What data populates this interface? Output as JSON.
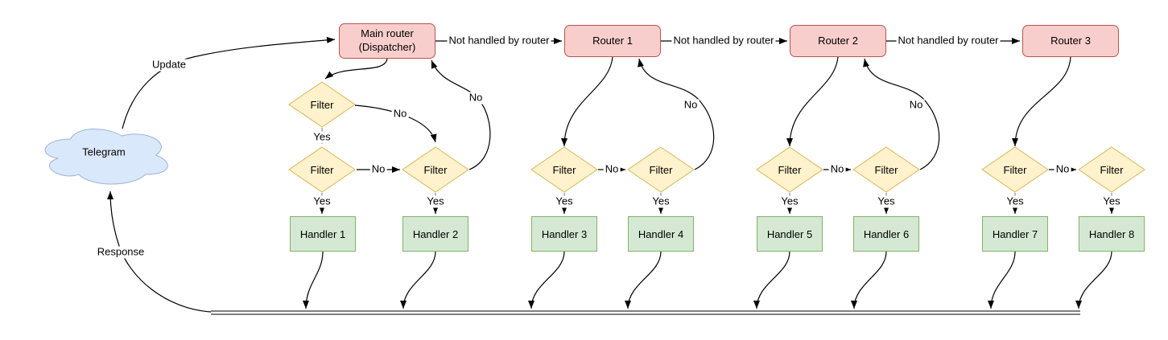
{
  "diagram": {
    "cloud": {
      "label": "Telegram"
    },
    "labels": {
      "update": "Update",
      "response": "Response",
      "yes": "Yes",
      "no": "No",
      "not_handled": "Not handled by router",
      "filter": "Filter"
    },
    "routers": {
      "main": "Main router\n(Dispatcher)",
      "r1": "Router 1",
      "r2": "Router 2",
      "r3": "Router 3"
    },
    "handlers": [
      "Handler 1",
      "Handler 2",
      "Handler 3",
      "Handler 4",
      "Handler 5",
      "Handler 6",
      "Handler 7",
      "Handler 8"
    ],
    "colors": {
      "router_fill": "#f8cecc",
      "router_stroke": "#b85450",
      "filter_fill": "#fff2cc",
      "filter_stroke": "#d6b656",
      "handler_fill": "#d5e8d4",
      "handler_stroke": "#82b366",
      "cloud_fill": "#dae8fc",
      "cloud_stroke": "#9cb3d9",
      "edge": "#000000"
    }
  }
}
